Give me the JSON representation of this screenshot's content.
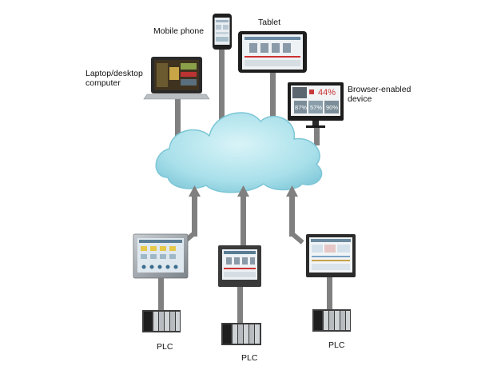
{
  "devices": {
    "mobile": {
      "label": "Mobile phone"
    },
    "tablet": {
      "label": "Tablet"
    },
    "laptop": {
      "label_line1": "Laptop/desktop",
      "label_line2": "computer"
    },
    "browser": {
      "label_line1": "Browser-enabled",
      "label_line2": "device",
      "readouts": {
        "big": "44%",
        "small": [
          "87%",
          "57%",
          "90%"
        ]
      }
    }
  },
  "plcs": [
    {
      "label": "PLC"
    },
    {
      "label": "PLC"
    },
    {
      "label": "PLC"
    }
  ],
  "colors": {
    "cloud_fill": "#aee3ec",
    "cloud_stroke": "#7cc6d6",
    "connector": "#808080",
    "device_frame": "#2b2b2b",
    "screen_bg": "#dfe8ee"
  }
}
